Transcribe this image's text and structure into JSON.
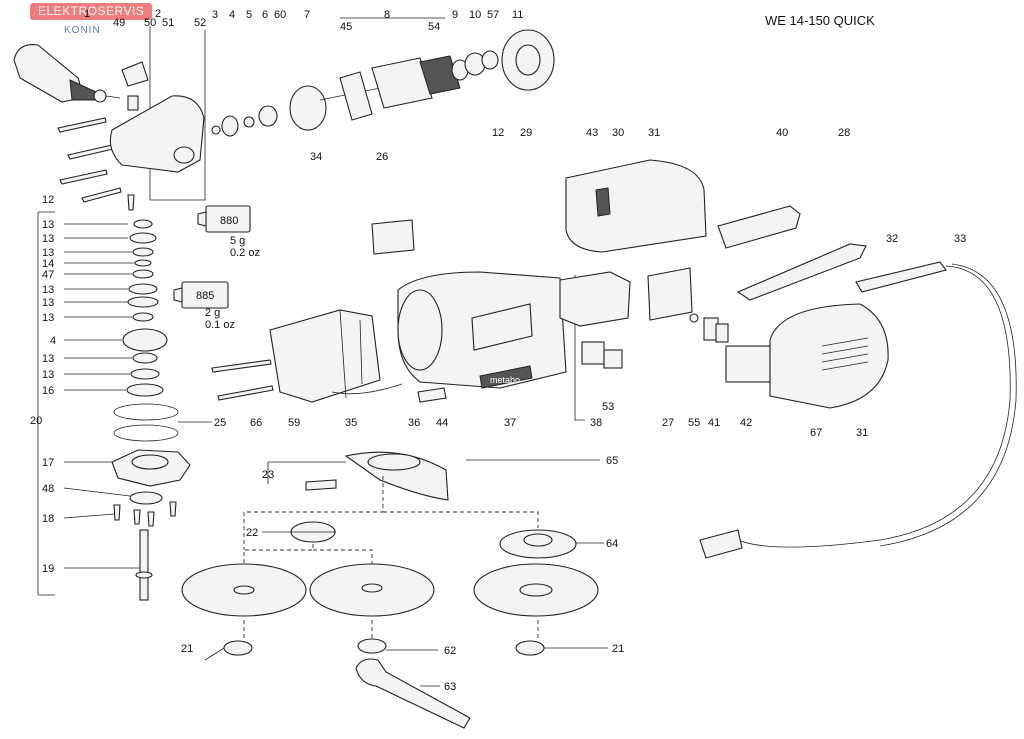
{
  "title": "WE 14-150 QUICK",
  "watermark": {
    "brand": "ELEKTROSERVIS",
    "city": "KONIN"
  },
  "tubes": [
    {
      "number": "880",
      "amount": "5 g",
      "amount_oz": "0.2 oz"
    },
    {
      "number": "885",
      "amount": "2 g",
      "amount_oz": "0.1 oz"
    }
  ],
  "brand_on_housing": "metabo",
  "part_labels": [
    "1",
    "2",
    "3",
    "4",
    "5",
    "6",
    "60",
    "7",
    "8",
    "9",
    "10",
    "57",
    "11",
    "49",
    "50",
    "51",
    "52",
    "45",
    "54",
    "12",
    "12",
    "29",
    "43",
    "30",
    "31",
    "40",
    "28",
    "34",
    "26",
    "32",
    "33",
    "13",
    "13",
    "13",
    "14",
    "47",
    "13",
    "13",
    "13",
    "4",
    "13",
    "13",
    "16",
    "25",
    "66",
    "59",
    "35",
    "36",
    "44",
    "37",
    "38",
    "53",
    "27",
    "55",
    "41",
    "42",
    "67",
    "31",
    "20",
    "17",
    "48",
    "18",
    "19",
    "23",
    "65",
    "22",
    "64",
    "21",
    "62",
    "21",
    "63"
  ]
}
